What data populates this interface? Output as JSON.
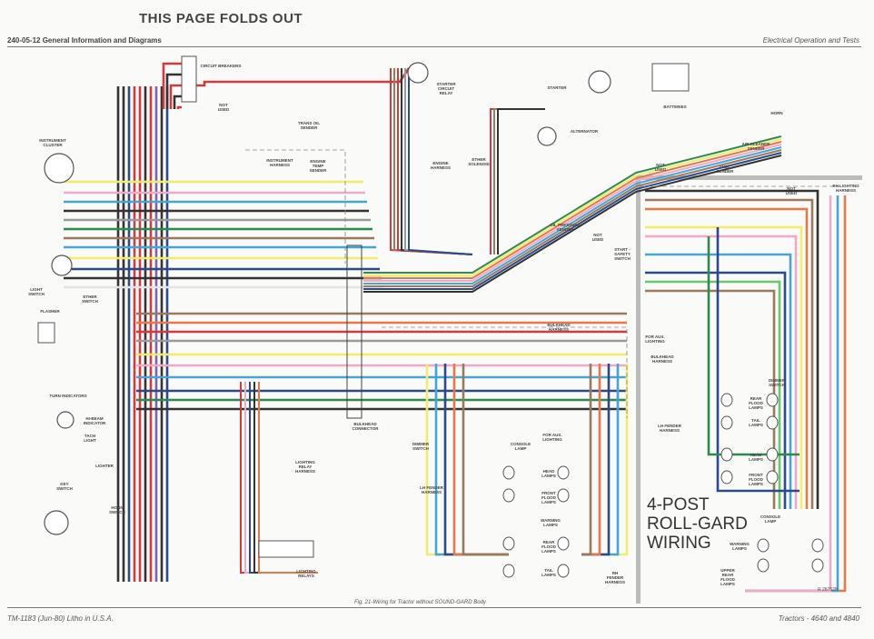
{
  "page": {
    "fold_notice": "THIS PAGE FOLDS OUT",
    "header_left": "240-05-12   General Information and Diagrams",
    "header_right": "Electrical Operation and Tests",
    "footer_left": "TM-1183 (Jun-80) Litho in U.S.A.",
    "footer_right": "Tractors  -  4640 and 4840",
    "caption": "Fig. 21-Wiring for Tractor without SOUND-GARD Body"
  },
  "inset": {
    "title_lines": [
      "4-POST",
      "ROLL-GARD",
      "WIRING"
    ],
    "drawing_code": "R 28752N"
  },
  "labels": {
    "circuit_breakers": "CIRCUIT BREAKERS",
    "instrument_cluster": "INSTRUMENT CLUSTER",
    "not_used_1": "NOT USED",
    "instrument_harness": "INSTRUMENT HARNESS",
    "trans_oil_sender": "TRANS OIL SENDER",
    "engine_temp_sender": "ENGINE TEMP SENDER",
    "starter_circuit_relay": "STARTER CIRCUIT RELAY",
    "engine_harness": "ENGINE HARNESS",
    "ether_solenoid": "ETHER SOLENOID",
    "starter": "STARTER",
    "batteries": "BATTERIES",
    "alternator": "ALTERNATOR",
    "horn": "HORN",
    "air_cleaner_sender": "AIR CLEANER SENDER",
    "fuel_sender": "FUEL SENDER",
    "not_used_2": "NOT USED",
    "oil_pressure_sender": "OIL PRESSURE SENDER",
    "not_used_3": "NOT USED",
    "start_safety_switch": "START - SAFETY SWITCH",
    "light_switch": "LIGHT SWITCH",
    "ether_switch": "ETHER SWITCH",
    "flasher": "FLASHER",
    "turn_indicators": "TURN INDICATORS",
    "hi_beam_indicator": "HI-BEAM INDICATOR",
    "tach_light": "TACH LIGHT",
    "lighter": "LIGHTER",
    "key_switch": "KEY SWITCH",
    "horn_switch": "HORN SWITCH",
    "bulkhead_connector": "BULKHEAD CONNECTOR",
    "lighting_relay_harness": "LIGHTING RELAY HARNESS",
    "lighting_relays": "LIGHTING RELAYS",
    "bulkhead_harness": "BULKHEAD HARNESS",
    "dimmer_switch": "DIMMER SWITCH",
    "console_lamp": "CONSOLE LAMP",
    "for_aux_lighting": "FOR AUX. LIGHTING",
    "head_lamps": "HEAD LAMPS",
    "front_flood_lamps": "FRONT FLOOD LAMPS",
    "warning_lamps": "WARNING LAMPS",
    "rear_flood_lamps": "REAR FLOOD LAMPS",
    "tail_lamps": "TAIL LAMPS",
    "lh_fender_harness": "LH FENDER HARNESS",
    "rh_fender_harness": "RH FENDER HARNESS",
    "rp_not_used": "NOT USED",
    "rh_lighting_harness": "RH LIGHTING HARNESS",
    "rp_for_aux_lighting": "FOR AUX. LIGHTING",
    "rp_bulkhead_harness": "BULKHEAD HARNESS",
    "rp_dimmer_switch": "DIMMER SWITCH",
    "rp_rear_flood_lamps": "REAR FLOOD LAMPS",
    "rp_tail_lamps": "TAIL LAMPS",
    "rp_lh_fender_harness": "LH FENDER HARNESS",
    "rp_head_lamps": "HEAD LAMPS",
    "rp_front_flood_lamps": "FRONT FLOOD LAMPS",
    "rp_console_lamp": "CONSOLE LAMP",
    "rp_warning_lamps": "WARNING LAMPS",
    "rp_upper_rear_flood_lamps": "UPPER REAR FLOOD LAMPS"
  },
  "wire_colors": {
    "red": "#d23a3f",
    "black": "#333333",
    "dark_blue": "#2c4a86",
    "light_blue": "#45a6d6",
    "yellow": "#f1ec6a",
    "pink": "#f0a9c8",
    "orange": "#e6784a",
    "brown": "#9a7a5e",
    "dark_green": "#2f8a4e",
    "light_green": "#6cc66d",
    "purple": "#7a63a8",
    "gray": "#9a9a9a",
    "white": "#e4e4e4"
  }
}
